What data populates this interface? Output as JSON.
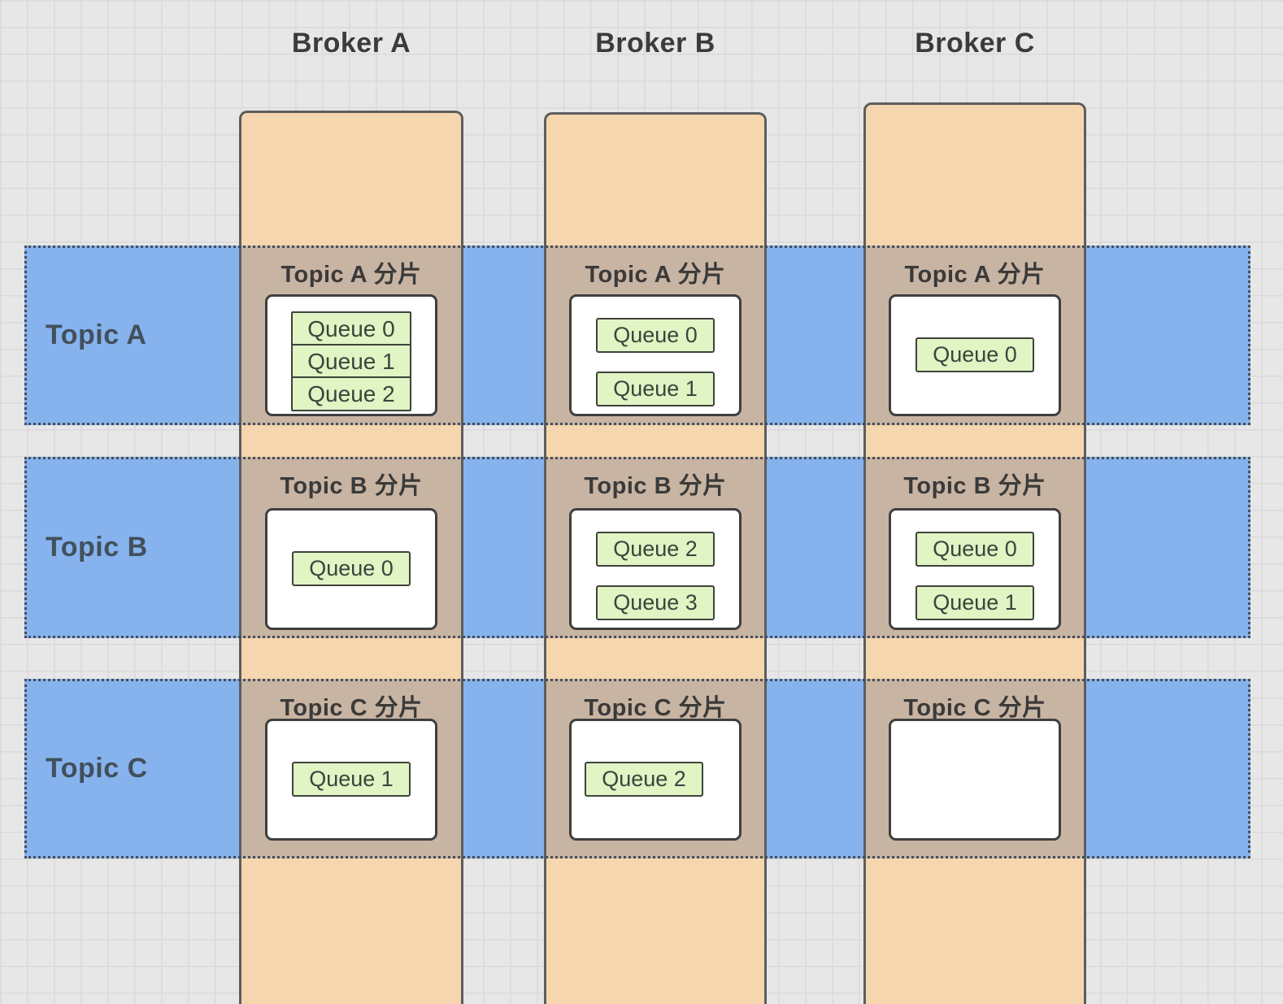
{
  "diagram": {
    "brokers": [
      {
        "label": "Broker A"
      },
      {
        "label": "Broker B"
      },
      {
        "label": "Broker C"
      }
    ],
    "topics": [
      {
        "label": "Topic A"
      },
      {
        "label": "Topic B"
      },
      {
        "label": "Topic C"
      }
    ],
    "shards": [
      {
        "broker": 0,
        "topic": 0,
        "label": "Topic A 分片",
        "layout": "stacked",
        "queues": [
          "Queue 0",
          "Queue 1",
          "Queue 2"
        ]
      },
      {
        "broker": 1,
        "topic": 0,
        "label": "Topic A 分片",
        "layout": "spaced",
        "queues": [
          "Queue 0",
          "Queue 1"
        ]
      },
      {
        "broker": 2,
        "topic": 0,
        "label": "Topic A 分片",
        "layout": "spaced",
        "queues": [
          "Queue 0"
        ]
      },
      {
        "broker": 0,
        "topic": 1,
        "label": "Topic B 分片",
        "layout": "spaced",
        "queues": [
          "Queue 0"
        ]
      },
      {
        "broker": 1,
        "topic": 1,
        "label": "Topic B 分片",
        "layout": "spaced",
        "queues": [
          "Queue 2",
          "Queue 3"
        ]
      },
      {
        "broker": 2,
        "topic": 1,
        "label": "Topic B 分片",
        "layout": "spaced",
        "queues": [
          "Queue 0",
          "Queue 1"
        ]
      },
      {
        "broker": 0,
        "topic": 2,
        "label": "Topic C 分片",
        "layout": "spaced",
        "queues": [
          "Queue 1"
        ]
      },
      {
        "broker": 1,
        "topic": 2,
        "label": "Topic C 分片",
        "layout": "spaced",
        "queues": [
          "Queue 2"
        ]
      },
      {
        "broker": 2,
        "topic": 2,
        "label": "Topic C 分片",
        "layout": "spaced",
        "queues": []
      }
    ],
    "colors": {
      "canvas_bg": "#e7e7e7",
      "grid_line": "#dadada",
      "broker_fill": "#f6d6ae",
      "broker_border": "#5d5d5d",
      "topic_band_fill": "#86b3ee",
      "topic_band_border": "#454e58",
      "shard_fill": "#c8b4a2",
      "container_fill": "#ffffff",
      "container_border": "#3f3f3f",
      "queue_fill": "#e0f4c4",
      "queue_border": "#3e433c",
      "header_text": "#3b3b3b",
      "topic_text": "#42505c",
      "shard_text": "#3a3a3a",
      "queue_text": "#3a453c"
    }
  }
}
